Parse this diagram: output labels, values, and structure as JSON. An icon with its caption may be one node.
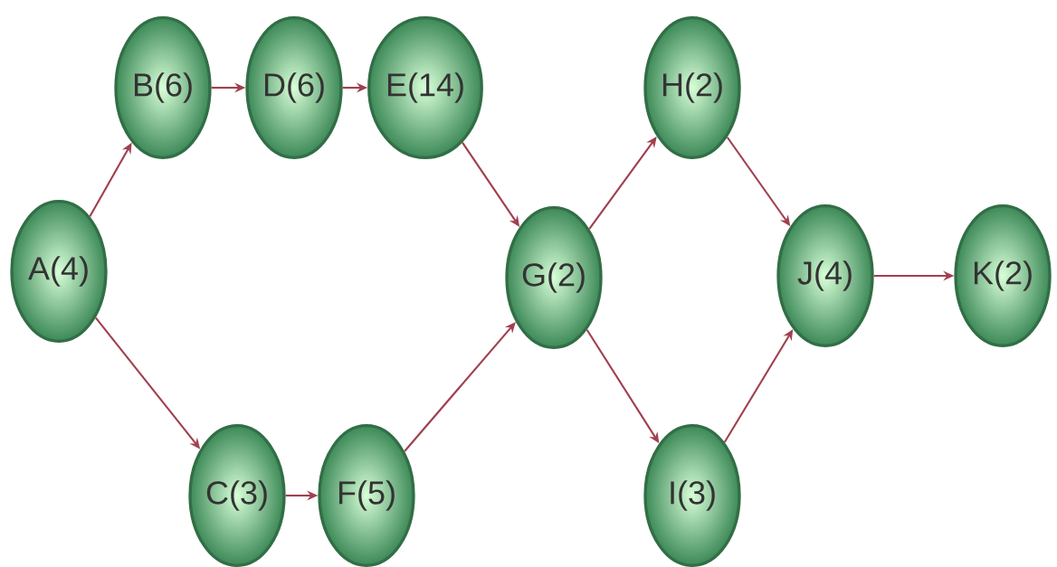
{
  "diagram": {
    "nodes": [
      {
        "text": [
          "A(4)"
        ]
      },
      {
        "text": [
          "B(6)"
        ]
      },
      {
        "text": [
          "C(3)"
        ]
      },
      {
        "text": [
          "D(6)"
        ]
      },
      {
        "text": [
          "E(14)"
        ]
      },
      {
        "text": [
          "F(5)"
        ]
      },
      {
        "text": [
          "G(2)"
        ]
      },
      {
        "text": [
          "H(2)"
        ]
      },
      {
        "text": [
          "I(3)"
        ]
      },
      {
        "text": [
          "J(4)"
        ]
      },
      {
        "text": [
          "K(2)"
        ]
      }
    ],
    "edges": [
      {
        "from": 0,
        "to": 1,
        "arrow": "to"
      },
      {
        "from": 0,
        "to": 2,
        "arrow": "to"
      },
      {
        "from": 1,
        "to": 3,
        "arrow": "to"
      },
      {
        "from": 3,
        "to": 4,
        "arrow": "to"
      },
      {
        "from": 2,
        "to": 5,
        "arrow": "to"
      },
      {
        "from": 4,
        "to": 6,
        "arrow": "to"
      },
      {
        "from": 5,
        "to": 6,
        "arrow": "to"
      },
      {
        "from": 6,
        "to": 7,
        "arrow": "to"
      },
      {
        "from": 6,
        "to": 8,
        "arrow": "to"
      },
      {
        "from": 7,
        "to": 9,
        "arrow": "to"
      },
      {
        "from": 8,
        "to": 9,
        "arrow": "to"
      },
      {
        "from": 9,
        "to": 10,
        "arrow": "to"
      }
    ]
  }
}
